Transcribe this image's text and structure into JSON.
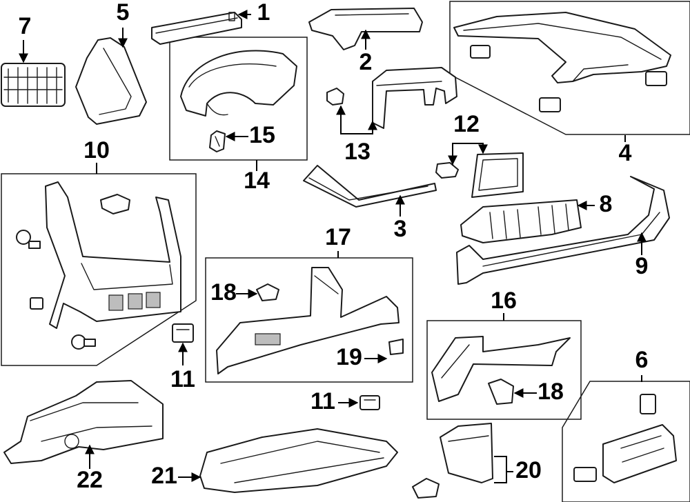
{
  "callouts": [
    {
      "id": "c1",
      "label": "1"
    },
    {
      "id": "c2",
      "label": "2"
    },
    {
      "id": "c3",
      "label": "3"
    },
    {
      "id": "c4",
      "label": "4"
    },
    {
      "id": "c5",
      "label": "5"
    },
    {
      "id": "c6",
      "label": "6"
    },
    {
      "id": "c7",
      "label": "7"
    },
    {
      "id": "c8",
      "label": "8"
    },
    {
      "id": "c9",
      "label": "9"
    },
    {
      "id": "c10",
      "label": "10"
    },
    {
      "id": "c11a",
      "label": "11"
    },
    {
      "id": "c11b",
      "label": "11"
    },
    {
      "id": "c12",
      "label": "12"
    },
    {
      "id": "c13",
      "label": "13"
    },
    {
      "id": "c14",
      "label": "14"
    },
    {
      "id": "c15",
      "label": "15"
    },
    {
      "id": "c16",
      "label": "16"
    },
    {
      "id": "c17",
      "label": "17"
    },
    {
      "id": "c18a",
      "label": "18"
    },
    {
      "id": "c18b",
      "label": "18"
    },
    {
      "id": "c19",
      "label": "19"
    },
    {
      "id": "c20",
      "label": "20"
    },
    {
      "id": "c21",
      "label": "21"
    },
    {
      "id": "c22",
      "label": "22"
    }
  ]
}
